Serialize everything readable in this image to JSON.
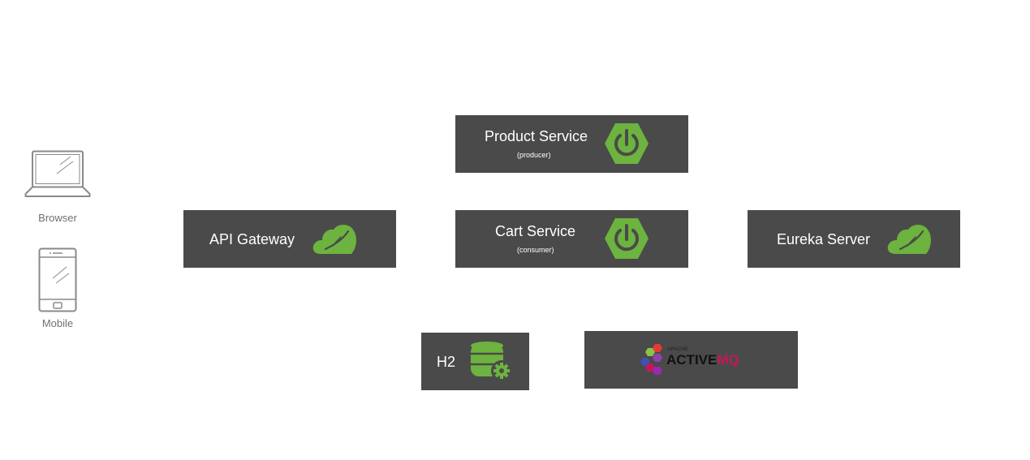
{
  "clients": {
    "browser": {
      "label": "Browser",
      "icon": "laptop-icon"
    },
    "mobile": {
      "label": "Mobile",
      "icon": "smartphone-icon"
    }
  },
  "services": {
    "product": {
      "title": "Product Service",
      "subtitle": "(producer)",
      "icon": "spring-boot-power-icon"
    },
    "cart": {
      "title": "Cart Service",
      "subtitle": "(consumer)",
      "icon": "spring-boot-power-icon"
    },
    "gateway": {
      "title": "API Gateway",
      "icon": "spring-cloud-icon"
    },
    "eureka": {
      "title": "Eureka Server",
      "icon": "spring-cloud-icon"
    },
    "h2": {
      "title": "H2",
      "icon": "database-gear-icon"
    },
    "activemq": {
      "logo_small": "APACHE",
      "logo_main_a": "ACTIVE",
      "logo_main_b": "MQ",
      "icon": "activemq-logo"
    }
  },
  "colors": {
    "box_bg": "#4a4a4a",
    "spring_green": "#6db33f",
    "activemq_magenta": "#c2185b",
    "client_gray": "#707070"
  }
}
